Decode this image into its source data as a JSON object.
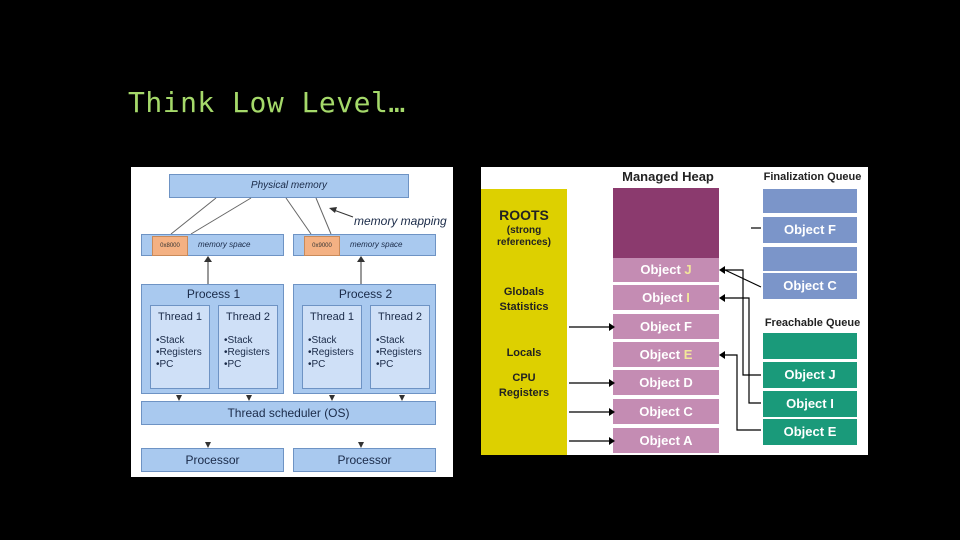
{
  "slide": {
    "title": "Think Low Level…"
  },
  "left_diagram": {
    "physical_memory": "Physical memory",
    "memory_mapping": "memory mapping",
    "spaces": [
      {
        "address": "0x8000",
        "label": "memory space"
      },
      {
        "address": "0x9000",
        "label": "memory space"
      }
    ],
    "processes": [
      {
        "label": "Process 1",
        "threads": [
          {
            "name": "Thread 1",
            "items": [
              "•Stack",
              "•Registers",
              "•PC"
            ]
          },
          {
            "name": "Thread 2",
            "items": [
              "•Stack",
              "•Registers",
              "•PC"
            ]
          }
        ]
      },
      {
        "label": "Process 2",
        "threads": [
          {
            "name": "Thread 1",
            "items": [
              "•Stack",
              "•Registers",
              "•PC"
            ]
          },
          {
            "name": "Thread 2",
            "items": [
              "•Stack",
              "•Registers",
              "•PC"
            ]
          }
        ]
      }
    ],
    "scheduler": "Thread scheduler (OS)",
    "processors": [
      "Processor",
      "Processor"
    ]
  },
  "right_diagram": {
    "managed_heap": "Managed Heap",
    "finalization_queue": "Finalization Queue",
    "freachable_queue": "Freachable Queue",
    "roots_title": "ROOTS",
    "roots_sub": "(strong references)",
    "globals": "Globals Statistics",
    "locals": "Locals",
    "cpu": "CPU Registers",
    "heap_objects": [
      {
        "prefix": "Object ",
        "letter": "J"
      },
      {
        "prefix": "Object ",
        "letter": "I"
      },
      {
        "prefix": "Object F",
        "letter": ""
      },
      {
        "prefix": "Object ",
        "letter": "E"
      },
      {
        "prefix": "Object D",
        "letter": ""
      },
      {
        "prefix": "Object C",
        "letter": ""
      },
      {
        "prefix": "Object A",
        "letter": ""
      }
    ],
    "finalization_objects": [
      "Object F",
      "Object C"
    ],
    "freachable_objects": [
      "Object J",
      "Object I",
      "Object E"
    ],
    "colors": {
      "heap_top": "#8b3a6e",
      "heap_object": "#c48cb3",
      "roots": "#ddd000",
      "finalization": "#7b95c9",
      "freachable": "#1a9a7a"
    }
  }
}
